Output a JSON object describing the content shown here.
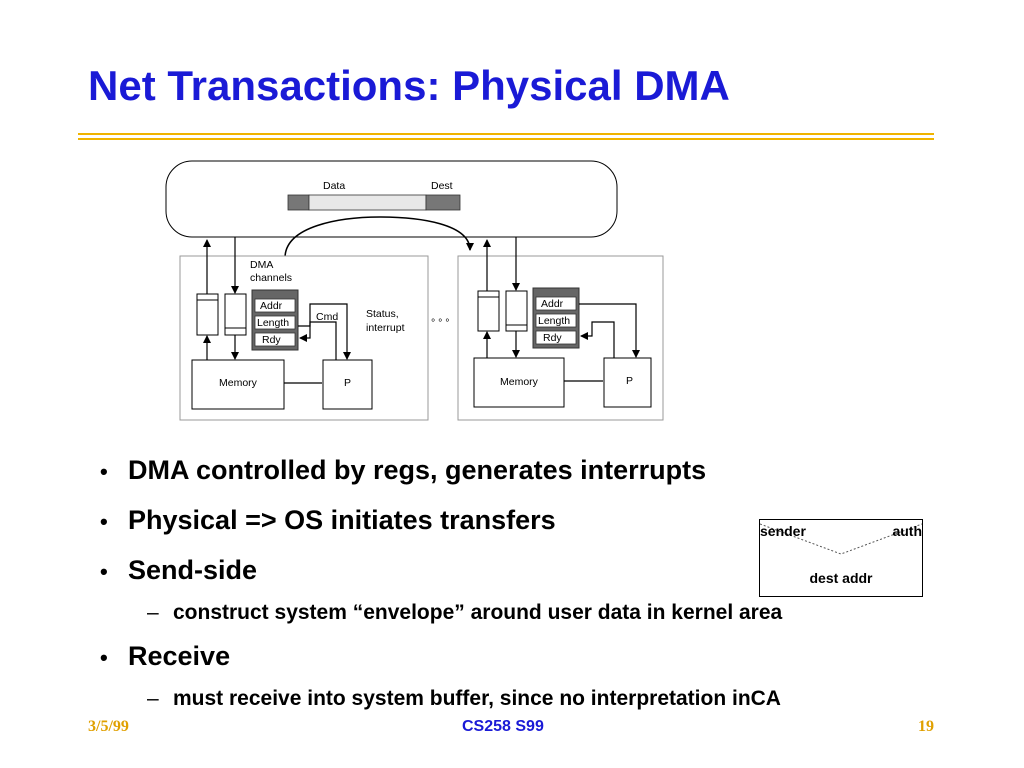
{
  "slide": {
    "title": "Net Transactions: Physical DMA"
  },
  "diagram": {
    "packet": {
      "data_label": "Data",
      "dest_label": "Dest"
    },
    "dma_label_line1": "DMA",
    "dma_label_line2": "channels",
    "node_left": {
      "registers": [
        "Addr",
        "Length",
        "Rdy"
      ],
      "cmd_label": "Cmd",
      "status_line1": "Status,",
      "status_line2": "interrupt",
      "memory_label": "Memory",
      "processor_label": "P"
    },
    "ellipsis": "° ° °",
    "node_right": {
      "registers": [
        "Addr",
        "Length",
        "Rdy"
      ],
      "memory_label": "Memory",
      "processor_label": "P"
    }
  },
  "bullets": [
    "DMA controlled by regs, generates interrupts",
    "Physical => OS initiates transfers",
    "Send-side",
    "construct system “envelope” around user data in kernel area",
    "Receive",
    "must receive into system buffer, since no interpretation inCA"
  ],
  "bullet_marks": {
    "level1": "•",
    "level2": "–"
  },
  "envelope": {
    "sender": "sender",
    "auth": "auth",
    "dest": "dest addr"
  },
  "footer": {
    "date": "3/5/99",
    "course": "CS258 S99",
    "page": "19"
  },
  "colors": {
    "title": "#1a1ad6",
    "rule": "#f0b400",
    "footer_side": "#e0a000"
  }
}
